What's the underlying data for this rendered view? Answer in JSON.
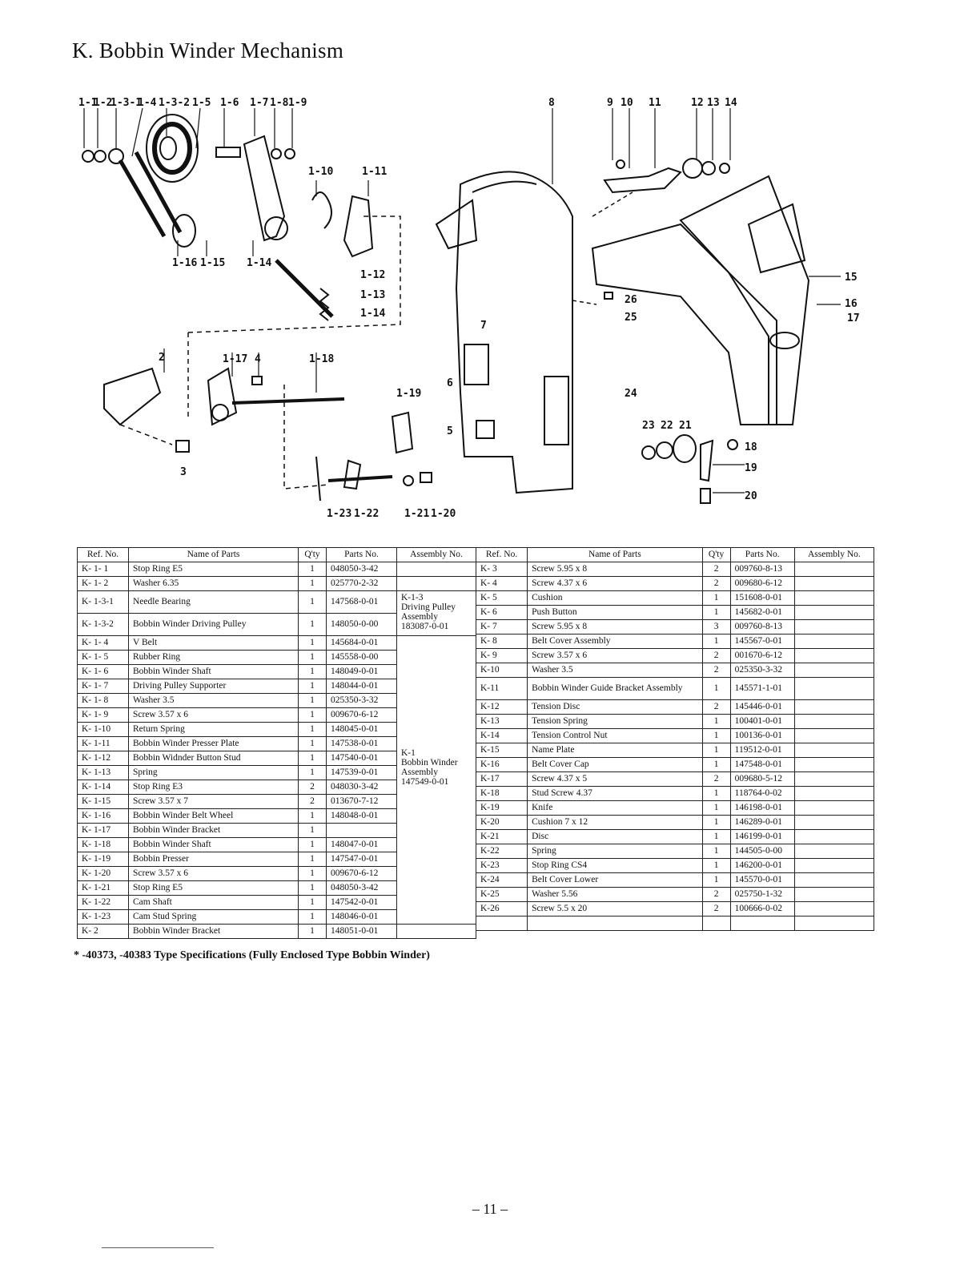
{
  "title": "K. Bobbin Winder Mechanism",
  "diagram": {
    "callouts": [
      "1-1",
      "1-2",
      "1-3-1",
      "1-4",
      "1-3-2",
      "1-5",
      "1-6",
      "1-7",
      "1-8",
      "1-9",
      "1-10",
      "1-11",
      "1-12",
      "1-13",
      "1-14",
      "1-15",
      "1-16",
      "1-17",
      "1-18",
      "1-19",
      "1-20",
      "1-21",
      "1-22",
      "1-23",
      "2",
      "3",
      "4",
      "5",
      "6",
      "7",
      "8",
      "9",
      "10",
      "11",
      "12",
      "13",
      "14",
      "15",
      "16",
      "17",
      "18",
      "19",
      "20",
      "21",
      "22",
      "23",
      "24",
      "25",
      "26"
    ]
  },
  "table_left": {
    "headers": [
      "Ref. No.",
      "Name of Parts",
      "Q'ty",
      "Parts No.",
      "Assembly No."
    ],
    "rows": [
      [
        "K- 1- 1",
        "Stop Ring E5",
        "1",
        "048050-3-42"
      ],
      [
        "K- 1- 2",
        "Washer 6.35",
        "1",
        "025770-2-32"
      ],
      [
        "K- 1-3-1",
        "Needle Bearing",
        "1",
        "147568-0-01"
      ],
      [
        "K- 1-3-2",
        "Bobbin Winder Driving Pulley",
        "1",
        "148050-0-00"
      ],
      [
        "K- 1- 4",
        "V Belt",
        "1",
        "145684-0-01"
      ],
      [
        "K- 1- 5",
        "Rubber Ring",
        "1",
        "145558-0-00"
      ],
      [
        "K- 1- 6",
        "Bobbin Winder Shaft",
        "1",
        "148049-0-01"
      ],
      [
        "K- 1- 7",
        "Driving Pulley Supporter",
        "1",
        "148044-0-01"
      ],
      [
        "K- 1- 8",
        "Washer 3.5",
        "1",
        "025350-3-32"
      ],
      [
        "K- 1- 9",
        "Screw 3.57 x 6",
        "1",
        "009670-6-12"
      ],
      [
        "K- 1-10",
        "Return Spring",
        "1",
        "148045-0-01"
      ],
      [
        "K- 1-11",
        "Bobbin Winder Presser Plate",
        "1",
        "147538-0-01"
      ],
      [
        "K- 1-12",
        "Bobbin Widnder Button Stud",
        "1",
        "147540-0-01"
      ],
      [
        "K- 1-13",
        "Spring",
        "1",
        "147539-0-01"
      ],
      [
        "K- 1-14",
        "Stop Ring E3",
        "2",
        "048030-3-42"
      ],
      [
        "K- 1-15",
        "Screw 3.57 x 7",
        "2",
        "013670-7-12"
      ],
      [
        "K- 1-16",
        "Bobbin Winder Belt Wheel",
        "1",
        "148048-0-01"
      ],
      [
        "K- 1-17",
        "Bobbin Winder Bracket",
        "1",
        ""
      ],
      [
        "K- 1-18",
        "Bobbin Winder Shaft",
        "1",
        "148047-0-01"
      ],
      [
        "K- 1-19",
        "Bobbin Presser",
        "1",
        "147547-0-01"
      ],
      [
        "K- 1-20",
        "Screw 3.57 x 6",
        "1",
        "009670-6-12"
      ],
      [
        "K- 1-21",
        "Stop Ring E5",
        "1",
        "048050-3-42"
      ],
      [
        "K- 1-22",
        "Cam Shaft",
        "1",
        "147542-0-01"
      ],
      [
        "K- 1-23",
        "Cam Stud Spring",
        "1",
        "148046-0-01"
      ],
      [
        "K- 2",
        "Bobbin Winder Bracket",
        "1",
        "148051-0-01"
      ]
    ],
    "assembly_k13": [
      "K-1-3",
      "Driving Pulley",
      "Assembly",
      "183087-0-01"
    ],
    "assembly_k1": [
      "K-1",
      "Bobbin Winder",
      "Assembly",
      "147549-0-01"
    ]
  },
  "table_right": {
    "headers": [
      "Ref. No.",
      "Name of Parts",
      "Q'ty",
      "Parts No.",
      "Assembly No."
    ],
    "rows": [
      [
        "K- 3",
        "Screw 5.95 x 8",
        "2",
        "009760-8-13"
      ],
      [
        "K- 4",
        "Screw 4.37 x 6",
        "2",
        "009680-6-12"
      ],
      [
        "K- 5",
        "Cushion",
        "1",
        "151608-0-01"
      ],
      [
        "K- 6",
        "Push Button",
        "1",
        "145682-0-01"
      ],
      [
        "K- 7",
        "Screw 5.95 x 8",
        "3",
        "009760-8-13"
      ],
      [
        "K- 8",
        "Belt Cover Assembly",
        "1",
        "145567-0-01"
      ],
      [
        "K- 9",
        "Screw 3.57 x 6",
        "2",
        "001670-6-12"
      ],
      [
        "K-10",
        "Washer 3.5",
        "2",
        "025350-3-32"
      ],
      [
        "K-11",
        "Bobbin Winder Guide Bracket Assembly",
        "1",
        "145571-1-01"
      ],
      [
        "K-12",
        "Tension Disc",
        "2",
        "145446-0-01"
      ],
      [
        "K-13",
        "Tension Spring",
        "1",
        "100401-0-01"
      ],
      [
        "K-14",
        "Tension Control Nut",
        "1",
        "100136-0-01"
      ],
      [
        "K-15",
        "Name Plate",
        "1",
        "119512-0-01"
      ],
      [
        "K-16",
        "Belt Cover Cap",
        "1",
        "147548-0-01"
      ],
      [
        "K-17",
        "Screw 4.37 x 5",
        "2",
        "009680-5-12"
      ],
      [
        "K-18",
        "Stud Screw 4.37",
        "1",
        "118764-0-02"
      ],
      [
        "K-19",
        "Knife",
        "1",
        "146198-0-01"
      ],
      [
        "K-20",
        "Cushion 7 x 12",
        "1",
        "146289-0-01"
      ],
      [
        "K-21",
        "Disc",
        "1",
        "146199-0-01"
      ],
      [
        "K-22",
        "Spring",
        "1",
        "144505-0-00"
      ],
      [
        "K-23",
        "Stop Ring CS4",
        "1",
        "146200-0-01"
      ],
      [
        "K-24",
        "Belt Cover Lower",
        "1",
        "145570-0-01"
      ],
      [
        "K-25",
        "Washer 5.56",
        "2",
        "025750-1-32"
      ],
      [
        "K-26",
        "Screw 5.5 x 20",
        "2",
        "100666-0-02"
      ],
      [
        "",
        "",
        "",
        ""
      ]
    ]
  },
  "footnote": "* -40373, -40383 Type Specifications (Fully Enclosed Type Bobbin Winder)",
  "page_number": "– 11 –"
}
